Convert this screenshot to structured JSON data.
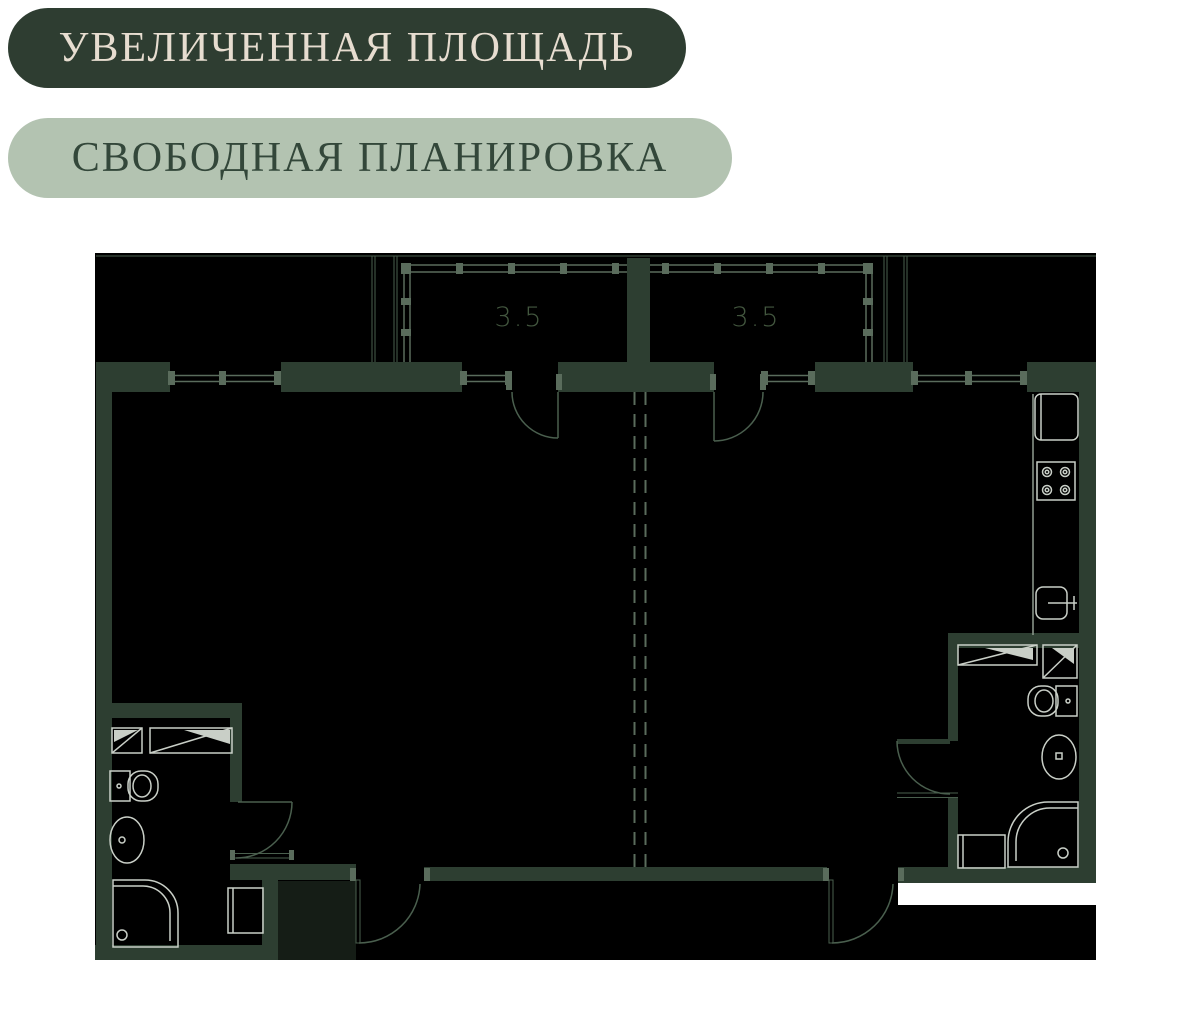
{
  "badges": [
    {
      "label": "УВЕЛИЧЕННАЯ ПЛОЩАДЬ"
    },
    {
      "label": "СВОБОДНАЯ ПЛАНИРОВКА"
    }
  ],
  "plan": {
    "balcony_areas": [
      {
        "value": "3.5"
      },
      {
        "value": "3.5"
      }
    ]
  },
  "colors": {
    "page_bg": "#ffffff",
    "plan_bg": "#000000",
    "vestibule_bg": "#151d16",
    "wall": "#2d3e31",
    "badge1_bg": "#2e3d31",
    "badge1_text": "#e7ddd0",
    "badge2_bg": "#b3c3b1",
    "badge2_text": "#33473a",
    "thin_line": "#4a5f4e",
    "window_line": "#5a6c5c",
    "fixture_line": "#c9cfc7",
    "counter_line": "#8f9c8f",
    "area_label": "#43573f"
  }
}
